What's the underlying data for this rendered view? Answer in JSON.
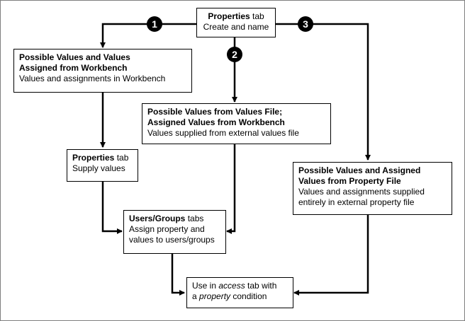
{
  "boxes": {
    "properties_create": {
      "title": "Properties",
      "title_suffix": " tab",
      "line": "Create and name"
    },
    "workbench": {
      "title_lines": [
        "Possible Values and Values",
        "Assigned from Workbench"
      ],
      "line": "Values and assignments in Workbench"
    },
    "values_file": {
      "title_lines": [
        "Possible Values from Values File;",
        "Assigned Values from Workbench"
      ],
      "line": "Values supplied from external values file"
    },
    "properties_supply": {
      "title": "Properties",
      "title_suffix": " tab",
      "line": "Supply values"
    },
    "property_file": {
      "title_lines": [
        "Possible Values and Assigned",
        "Values from Property File"
      ],
      "lines": [
        "Values and assignments supplied",
        "entirely in external property file"
      ]
    },
    "users_groups": {
      "title": "Users/Groups",
      "title_suffix": " tabs",
      "lines": [
        "Assign property and",
        "values to users/groups"
      ]
    },
    "use_access": {
      "prefix1": "Use in ",
      "italic1": "access",
      "suffix1": " tab with",
      "prefix2": "a ",
      "italic2": "property",
      "suffix2": " condition"
    }
  },
  "badges": [
    "1",
    "2",
    "3"
  ]
}
